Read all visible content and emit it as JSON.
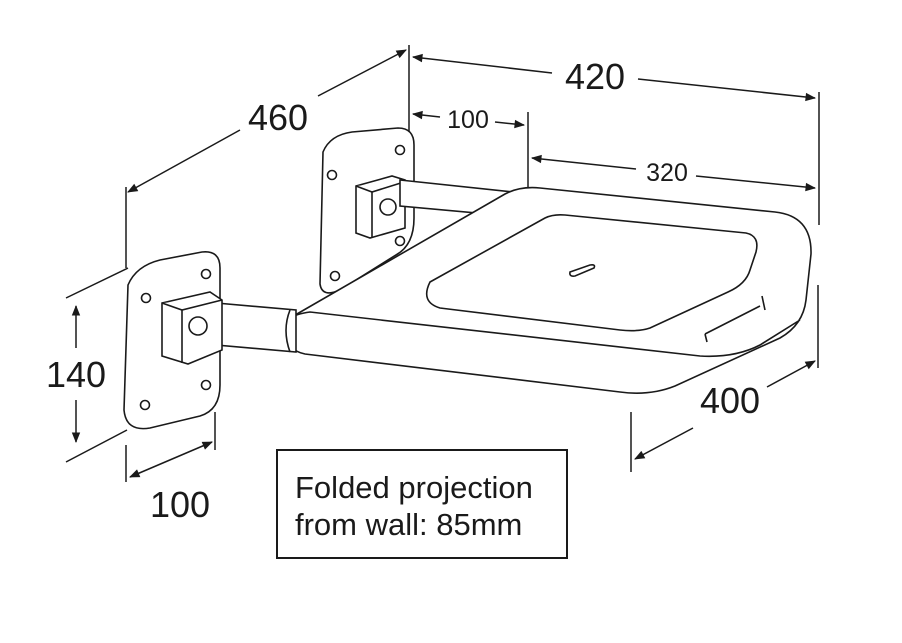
{
  "dimensions": {
    "width_overall": "420",
    "depth_overall": "460",
    "bracket_offset": "100",
    "seat_depth": "320",
    "seat_width": "400",
    "plate_height": "140",
    "plate_width": "100"
  },
  "note": {
    "line1": "Folded projection",
    "line2": "from wall: 85mm"
  }
}
